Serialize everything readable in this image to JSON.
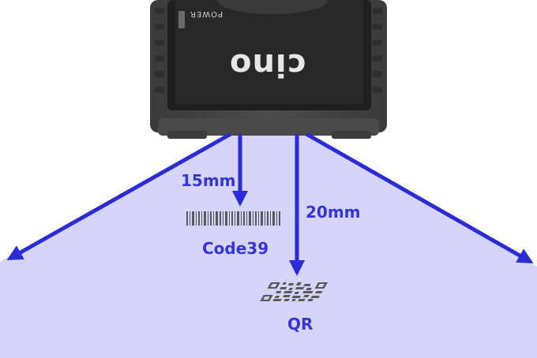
{
  "scanner": {
    "brand": "cino",
    "power_label": "POWER"
  },
  "labels": {
    "barcode_distance": "15mm",
    "qr_distance": "20mm",
    "barcode_type": "Code39",
    "qr_type": "QR"
  },
  "colors": {
    "arrow": "#2b2bd8",
    "field": "#d6d4fb",
    "scanner_body": "#454545",
    "label": "#3535d8"
  },
  "icons": {
    "barcode": "barcode-icon",
    "qr": "qr-code-icon"
  }
}
